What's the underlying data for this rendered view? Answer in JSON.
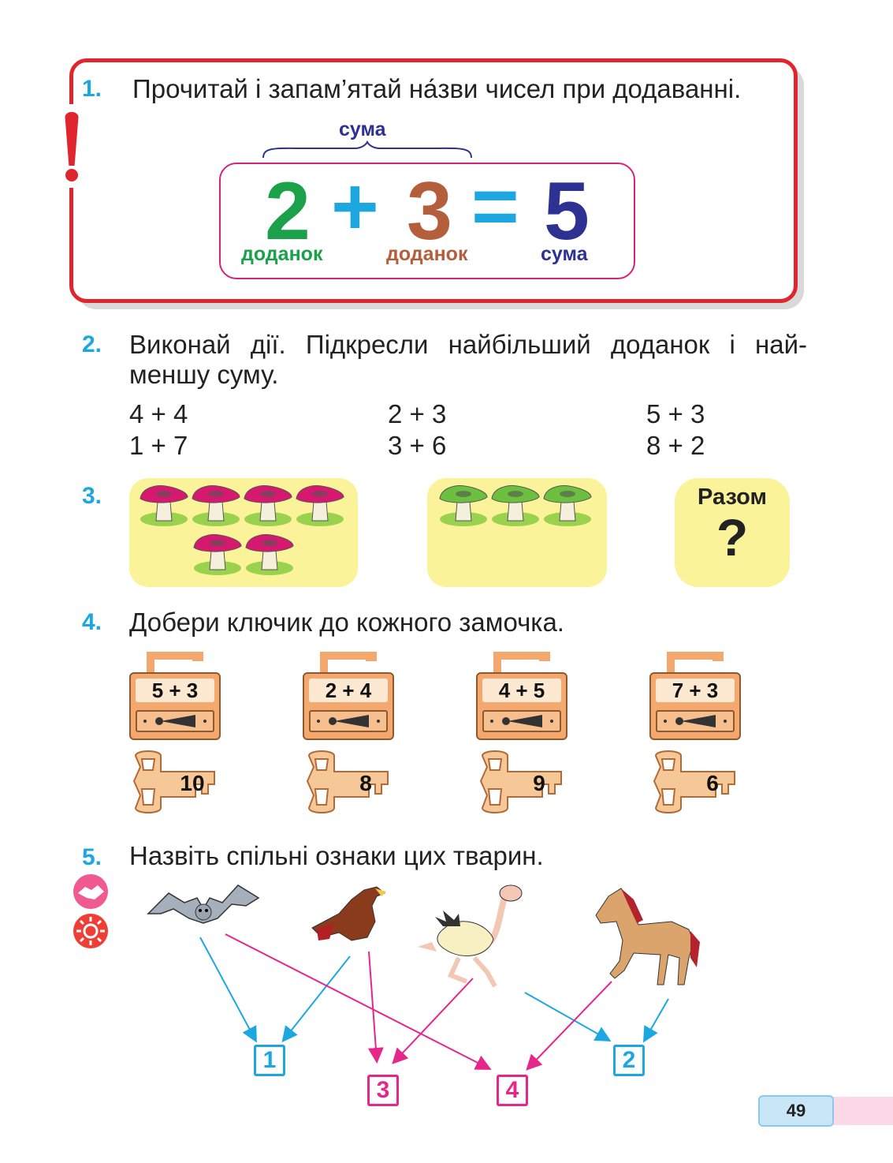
{
  "task1": {
    "number": "1.",
    "instruction": "Прочитай і запам’ятай на́зви чисел при додаванні.",
    "brace_label": "сума",
    "addend1": "2",
    "plus": "+",
    "addend2": "3",
    "equals": "=",
    "sum": "5",
    "label_addend1": "доданок",
    "label_addend2": "доданок",
    "label_sum": "сума"
  },
  "task2": {
    "number": "2.",
    "line1": "Виконай дії. Підкресли найбільший доданок і най-",
    "line2": "меншу суму.",
    "expressions": [
      "4 + 4",
      "2 + 3",
      "5 + 3",
      "1 + 7",
      "3 + 6",
      "8 + 2"
    ]
  },
  "task3": {
    "number": "3.",
    "pink_mushrooms": 6,
    "green_mushrooms": 3,
    "total_line1": "Разом",
    "total_line2": "?"
  },
  "task4": {
    "number": "4.",
    "instruction": "Добери ключик до кожного замочка.",
    "locks": [
      "5 + 3",
      "2 + 4",
      "4 + 5",
      "7 + 3"
    ],
    "keys": [
      "10",
      "8",
      "9",
      "6"
    ]
  },
  "task5": {
    "number": "5.",
    "instruction": "Назвіть спільні ознаки цих тварин.",
    "animals": [
      "bat-icon",
      "eagle-icon",
      "ostrich-icon",
      "horse-icon"
    ],
    "groups": [
      "1",
      "2",
      "3",
      "4"
    ]
  },
  "page_number": "49",
  "colors": {
    "red": "#e0252f",
    "blue": "#1da7e0",
    "green": "#1aa14a",
    "brown": "#b55e3c",
    "navy": "#2d3192",
    "magenta": "#e5268b",
    "yellow": "#faf39a"
  }
}
